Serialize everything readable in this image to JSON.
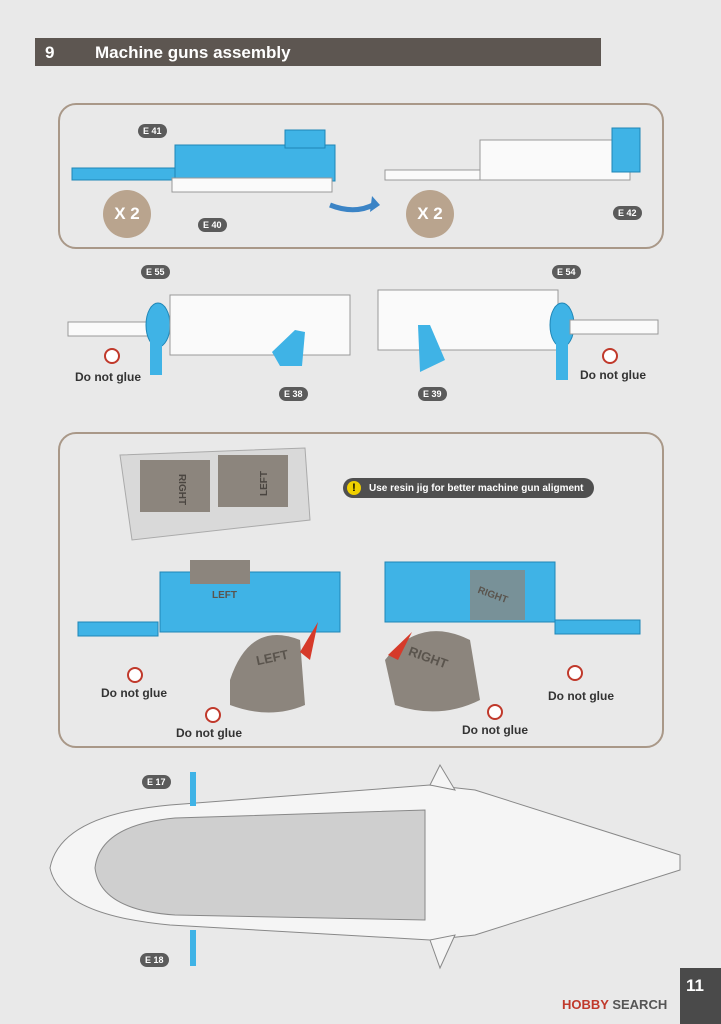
{
  "header": {
    "step_number": "9",
    "title": "Machine guns assembly"
  },
  "labels": {
    "e41": "E 41",
    "e40": "E 40",
    "e42": "E 42",
    "e55": "E 55",
    "e54": "E 54",
    "e38": "E 38",
    "e39": "E 39",
    "e17": "E 17",
    "e18": "E 18"
  },
  "multiplier": "X 2",
  "do_not_glue": "Do not glue",
  "jig_note": "Use resin jig for better machine gun aligment",
  "jig_text": {
    "left": "LEFT",
    "right": "RIGHT"
  },
  "page_number": "11",
  "watermark": {
    "part1": "HOBBY",
    "part2": " SEARCH"
  },
  "colors": {
    "part_blue": "#3fb3e6",
    "resin_grey": "#8c857d",
    "header_bg": "#5d5651"
  }
}
